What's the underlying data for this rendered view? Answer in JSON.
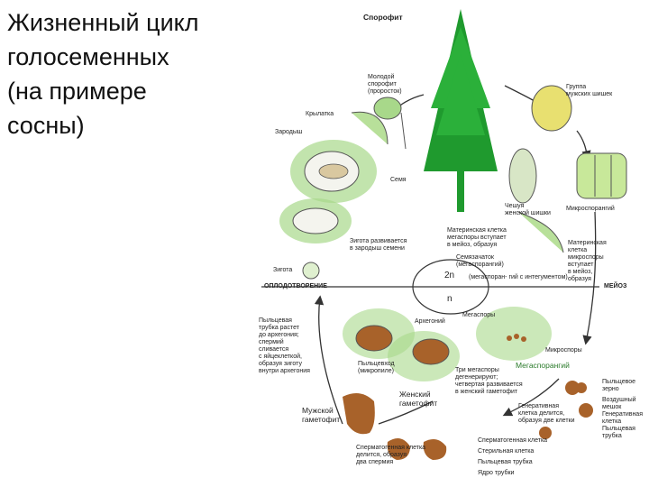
{
  "title": {
    "lines": [
      "Жизненный цикл",
      "голосеменных",
      "(на примере",
      "сосны)"
    ]
  },
  "labels": {
    "sporophyte": "Спорофит",
    "young_sporophyte": [
      "Молодой",
      "спорофит",
      "(проросток)"
    ],
    "wing": "Крылатка",
    "embryo": "Зародыш",
    "seed": "Семя",
    "male_cone_group": [
      "Группа",
      "мужских шишек"
    ],
    "young_female_cone": [
      "Чешуя",
      "женской шишки"
    ],
    "microsporangium_top": "Микроспорангий",
    "megaspore_mother_cell": [
      "Материнская клетка",
      "мегаспоры вступает",
      "в мейоз, образуя"
    ],
    "megasporangium_nucellus": [
      "Семязачаток",
      "(мегаспорангий)"
    ],
    "integument": "(мегаспоран- гий с интегументом)",
    "microspore_mother_cell": [
      "Материнская",
      "клетка",
      "микроспоры",
      "вступает",
      "в мейоз,",
      "образуя"
    ],
    "zygote_develops": [
      "Зигота развивается",
      "в зародыш семени"
    ],
    "zygote": "Зигота",
    "fertilization": "ОПЛОДОТВОРЕНИЕ",
    "meiosis": "МЕЙОЗ",
    "ploidy_2n": "2n",
    "ploidy_n": "n",
    "megaspores": "Мегаспоры",
    "archegonium": "Архегоний",
    "pollen_tube_text": [
      "Пыльцевая",
      "трубка растет",
      "до архегония;",
      "спермий",
      "сливается",
      "с яйцеклеткой,",
      "образуя зиготу",
      "внутри архегония"
    ],
    "pollen_entrance": [
      "Пыльцевход",
      "(микропиле)"
    ],
    "female_gametophyte": [
      "Женский",
      "гаметофит"
    ],
    "three_megaspores": [
      "Три мегаспоры",
      "дегенерируют;",
      "четвертая развивается",
      "в женский гаметофит"
    ],
    "megasporangium": "Мегаспорангий",
    "microspores": "Микроспоры",
    "pollen_grain": [
      "Пыльцевое",
      "зерно"
    ],
    "air_sac": [
      "Воздушный",
      "мешок"
    ],
    "generative_cell": [
      "Генеративная",
      "клетка"
    ],
    "pollen_tube": [
      "Пыльцевая",
      "трубка"
    ],
    "generative_divides": [
      "Генеративная",
      "клетка делится,",
      "образуя две клетки"
    ],
    "male_gametophyte": [
      "Мужской",
      "гаметофит"
    ],
    "spermatogenous_cell": "Сперматогенная клетка",
    "sterile_cell": "Стерильная клетка",
    "pollen_tube_2": "Пыльцевая трубка",
    "tube_nucleus": "Ядро трубки",
    "sperm_divides": [
      "Сперматогенная клетка",
      "делится, образуя",
      "два спермия"
    ]
  },
  "colors": {
    "tree": "#1f9a2e",
    "leaf": "#a8d88a",
    "brown": "#a8622a",
    "line": "#333333"
  }
}
